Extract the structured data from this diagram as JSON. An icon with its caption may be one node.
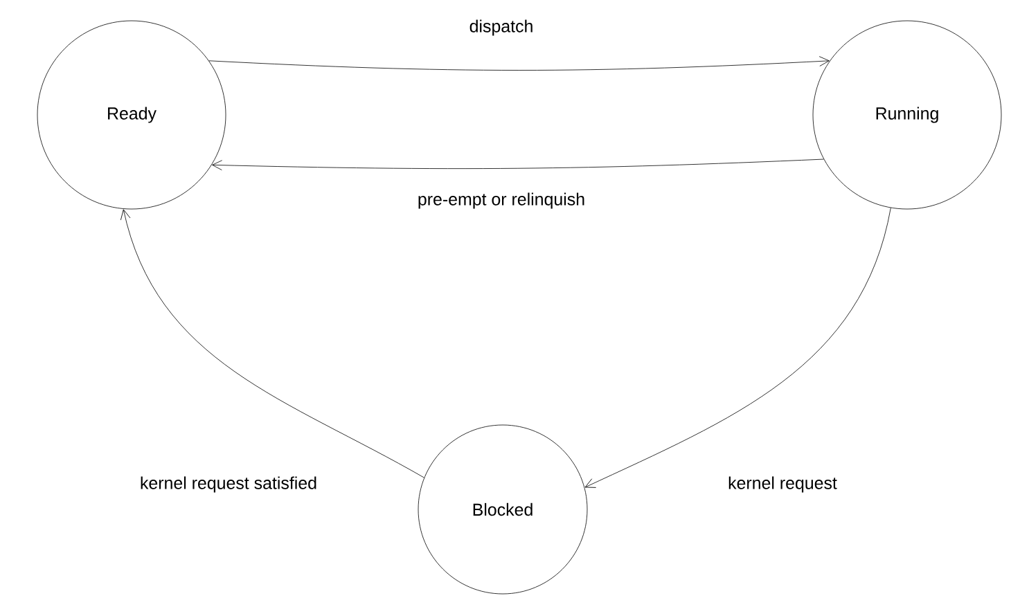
{
  "diagram": {
    "nodes": [
      {
        "text": [
          "Ready"
        ]
      },
      {
        "text": [
          "Running"
        ]
      },
      {
        "text": [
          "Blocked"
        ]
      }
    ],
    "edges": [
      {
        "from": 0,
        "to": 1,
        "arrow": "to",
        "label": "dispatch"
      },
      {
        "from": 1,
        "to": 0,
        "arrow": "to",
        "label": "pre-empt or relinquish"
      },
      {
        "from": 1,
        "to": 2,
        "arrow": "to",
        "label": "kernel request"
      },
      {
        "from": 2,
        "to": 0,
        "arrow": "to",
        "label": "kernel request satisfied"
      }
    ]
  }
}
